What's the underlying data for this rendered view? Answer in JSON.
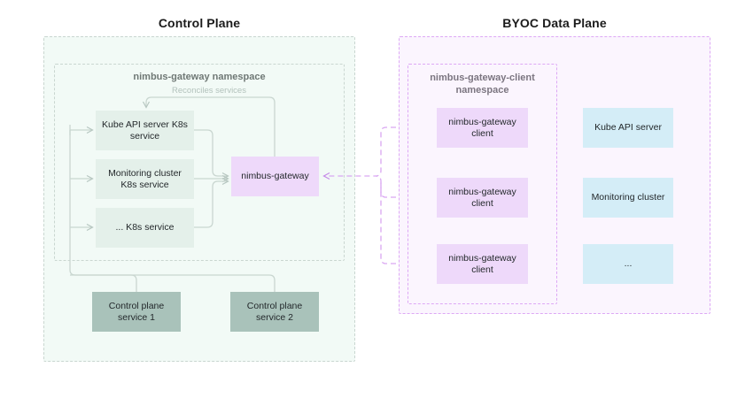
{
  "diagram": {
    "title_left": "Control Plane",
    "title_right": "BYOC Data Plane",
    "control_plane": {
      "namespace_label": "nimbus-gateway namespace",
      "reconciles_label": "Reconciles services",
      "k8s_services": [
        "Kube API server K8s service",
        "Monitoring cluster K8s service",
        "... K8s service"
      ],
      "gateway_label": "nimbus-gateway",
      "platform_services": [
        "Control plane service 1",
        "Control plane service 2"
      ]
    },
    "data_plane": {
      "namespace_label_line1": "nimbus-gateway-client",
      "namespace_label_line2": "namespace",
      "clients": [
        "nimbus-gateway client",
        "nimbus-gateway client",
        "nimbus-gateway client"
      ],
      "targets": [
        "Kube API server",
        "Monitoring cluster",
        "..."
      ]
    },
    "colors": {
      "green_fill": "#e4f0ea",
      "green_dash": "#c9d6d0",
      "purple_fill": "#eed9fa",
      "purple_dash": "#dda8f5",
      "sage_fill": "#a9c2ba",
      "blue_fill": "#d4edf7",
      "arrow_green": "#b7c7c1",
      "arrow_purple": "#c58ae8"
    }
  }
}
